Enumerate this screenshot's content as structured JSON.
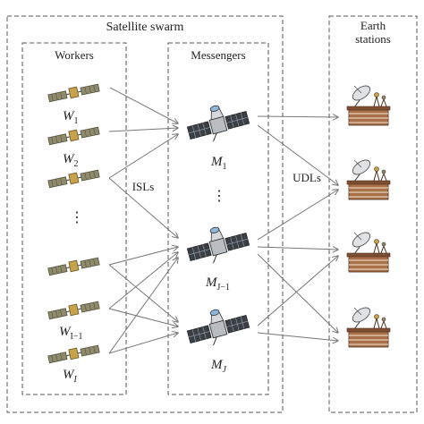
{
  "diagram": {
    "swarm_label": "Satellite swarm",
    "earth_label_line1": "Earth",
    "earth_label_line2": "stations",
    "workers_label": "Workers",
    "messengers_label": "Messengers",
    "isl_label": "ISLs",
    "udl_label": "UDLs",
    "worker_labels": [
      {
        "base": "W",
        "sub": "1"
      },
      {
        "base": "W",
        "sub": "2"
      },
      {
        "base": "W",
        "sub": "I−1"
      },
      {
        "base": "W",
        "sub": "I"
      }
    ],
    "messenger_labels": [
      {
        "base": "M",
        "sub": "1"
      },
      {
        "base": "M",
        "sub": "J−1"
      },
      {
        "base": "M",
        "sub": "J"
      }
    ],
    "ellipsis": "⋮"
  }
}
